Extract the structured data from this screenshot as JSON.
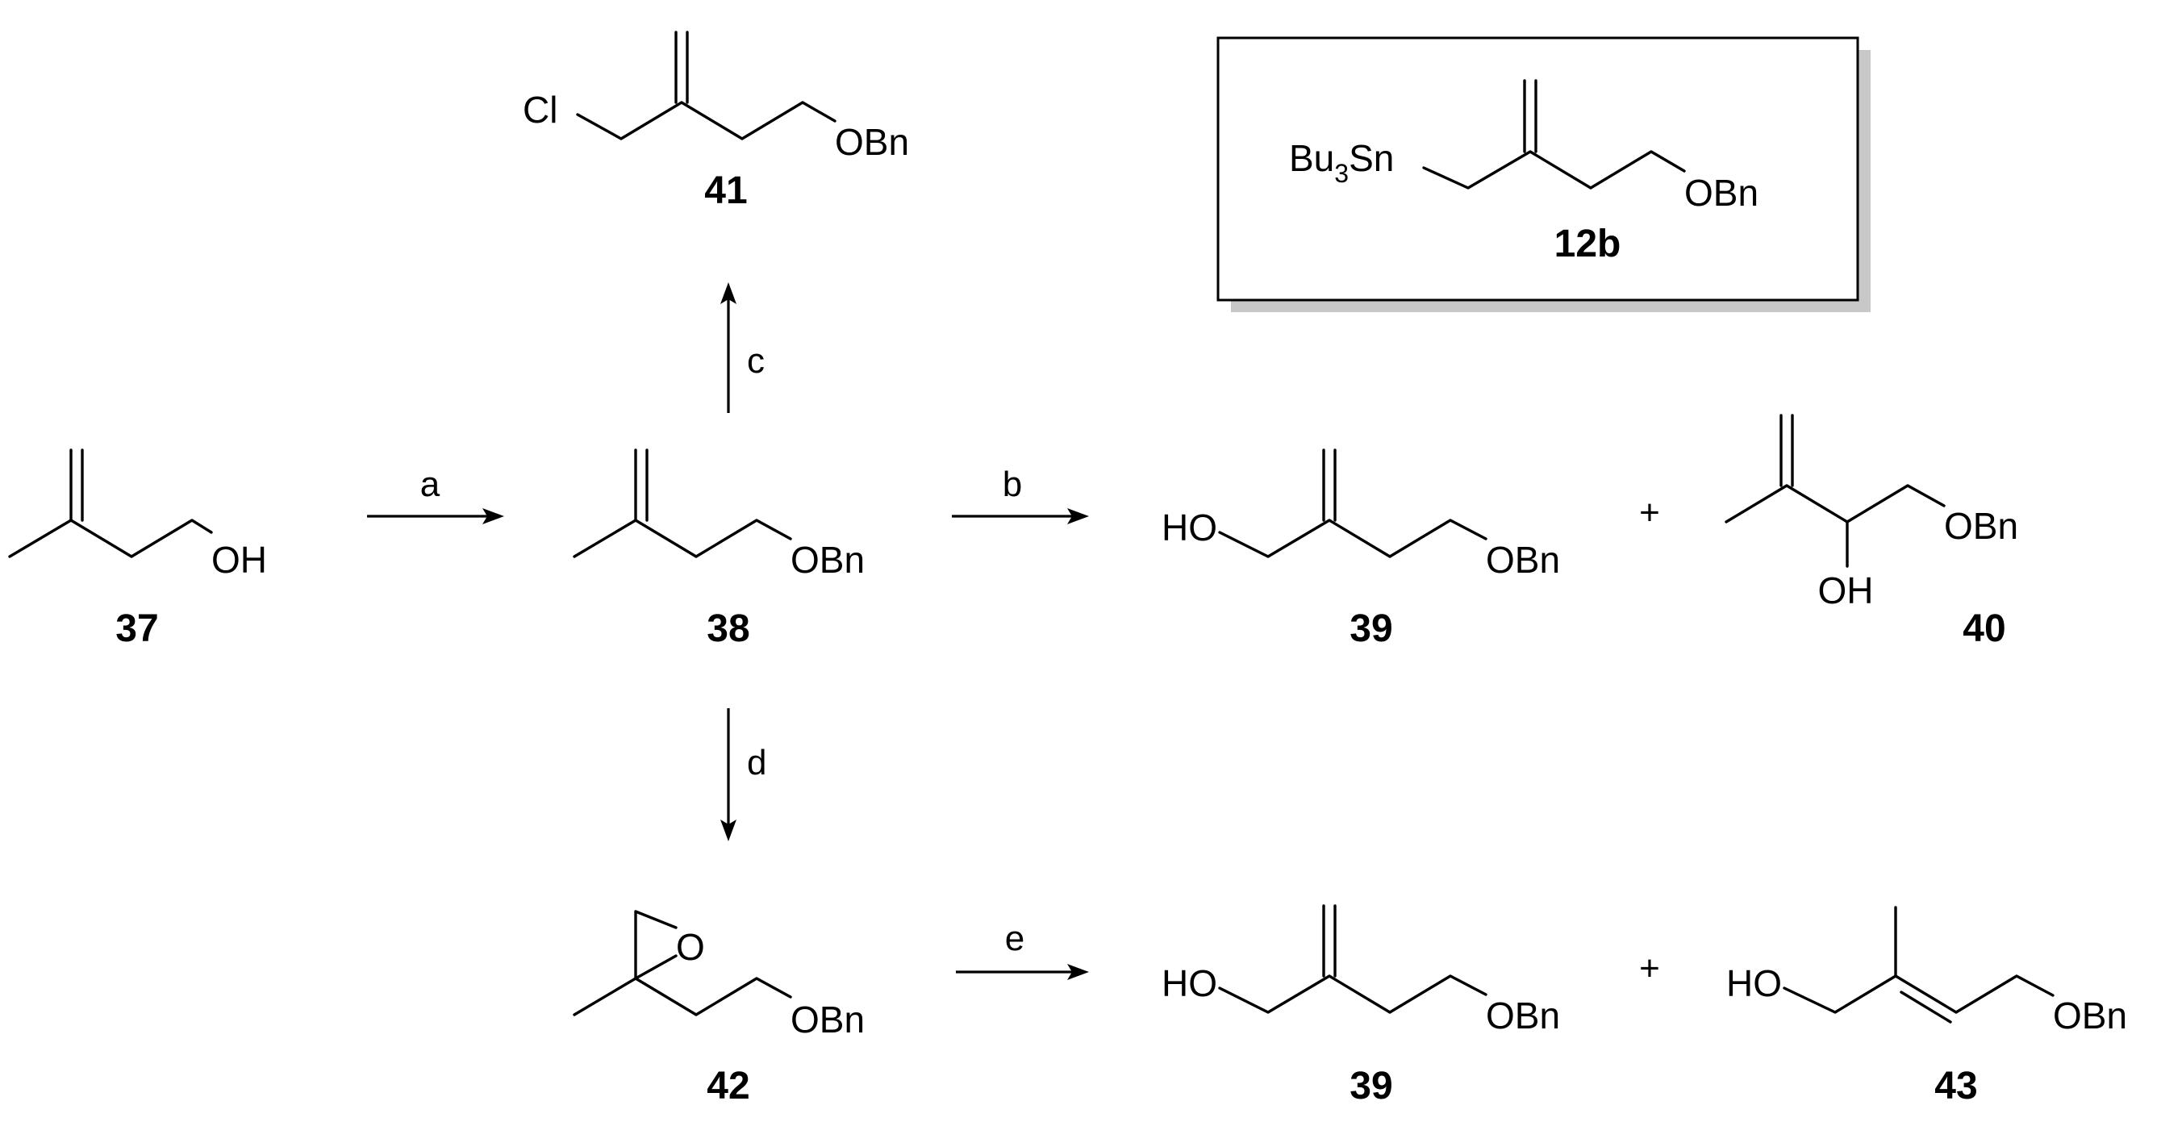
{
  "compounds": {
    "c37": {
      "label": "37",
      "groups": [
        "OH"
      ]
    },
    "c38": {
      "label": "38",
      "groups": [
        "OBn"
      ]
    },
    "c41": {
      "label": "41",
      "groups": [
        "Cl",
        "OBn"
      ]
    },
    "c12b": {
      "label": "12b",
      "sn_main": "Bu",
      "sn_sub": "3",
      "sn_tail": "Sn",
      "groups": [
        "OBn"
      ]
    },
    "c39_top": {
      "label": "39",
      "groups": [
        "HO",
        "OBn"
      ]
    },
    "c40": {
      "label": "40",
      "groups": [
        "OBn",
        "OH"
      ]
    },
    "c42": {
      "label": "42",
      "groups": [
        "O",
        "OBn"
      ]
    },
    "c39_bottom": {
      "label": "39",
      "groups": [
        "HO",
        "OBn"
      ]
    },
    "c43": {
      "label": "43",
      "groups": [
        "HO",
        "OBn"
      ]
    }
  },
  "reagents": {
    "a": "a",
    "b": "b",
    "c": "c",
    "d": "d",
    "e": "e"
  },
  "plus_sign": "+"
}
